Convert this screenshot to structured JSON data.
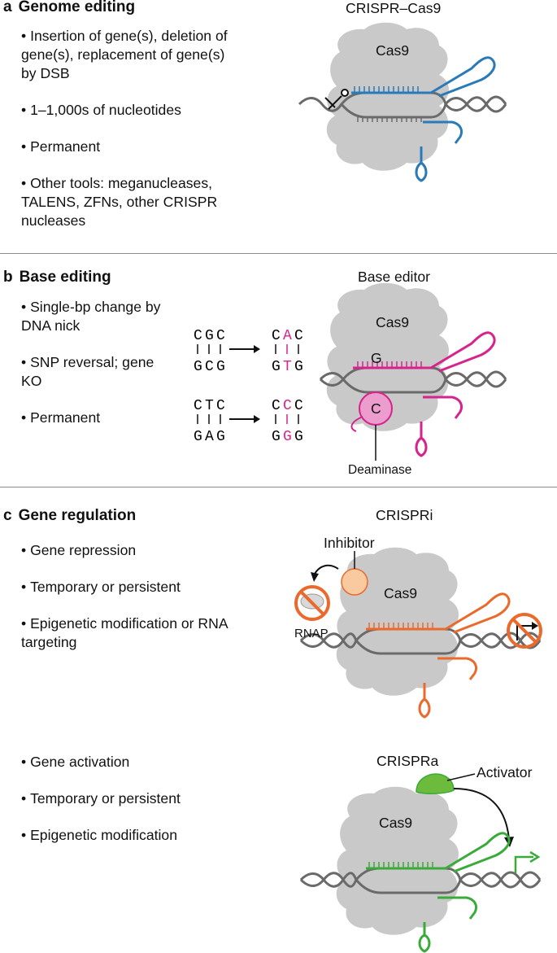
{
  "panels": {
    "a": {
      "letter": "a",
      "heading": "Genome editing",
      "bullets": [
        "Insertion of gene(s), deletion of gene(s), replacement of gene(s) by DSB",
        "1–1,000s of nucleotides",
        "Permanent",
        "Other tools: meganucleases, TALENS, ZFNs, other CRISPR nucleases"
      ],
      "diagram_title": "CRISPR–Cas9",
      "protein_label": "Cas9"
    },
    "b": {
      "letter": "b",
      "heading": "Base editing",
      "bullets": [
        "Single-bp change by DNA nick",
        "SNP reversal; gene KO",
        "Permanent"
      ],
      "diagram_title": "Base editor",
      "protein_label": "Cas9",
      "guide_base": "G",
      "deaminase_base": "C",
      "deaminase_label": "Deaminase",
      "conversions": [
        {
          "before_top": [
            "C",
            "G",
            "C"
          ],
          "before_bottom": [
            "G",
            "C",
            "G"
          ],
          "after_top": [
            "C",
            "A",
            "C"
          ],
          "after_bottom": [
            "G",
            "T",
            "G"
          ]
        },
        {
          "before_top": [
            "C",
            "T",
            "C"
          ],
          "before_bottom": [
            "G",
            "A",
            "G"
          ],
          "after_top": [
            "C",
            "C",
            "C"
          ],
          "after_bottom": [
            "G",
            "G",
            "G"
          ]
        }
      ]
    },
    "c": {
      "letter": "c",
      "heading": "Gene regulation",
      "bullets_i": [
        "Gene repression",
        "Temporary or persistent",
        "Epigenetic modification or RNA targeting"
      ],
      "bullets_a": [
        "Gene activation",
        "Temporary or persistent",
        "Epigenetic modification"
      ],
      "title_i": "CRISPRi",
      "title_a": "CRISPRa",
      "protein_label_i": "Cas9",
      "protein_label_a": "Cas9",
      "inhibitor_label": "Inhibitor",
      "rnap_label": "RNAP",
      "activator_label": "Activator"
    }
  },
  "colors": {
    "guide_a": "#2a7ab8",
    "guide_b": "#d6248c",
    "guide_ci": "#ea6a2c",
    "guide_ca": "#3aab3a",
    "protein": "#c9c9c9",
    "dna": "#6a6a6a",
    "inhibitor_fill": "#f9c9a0",
    "activator_fill": "#6cbb3c"
  }
}
